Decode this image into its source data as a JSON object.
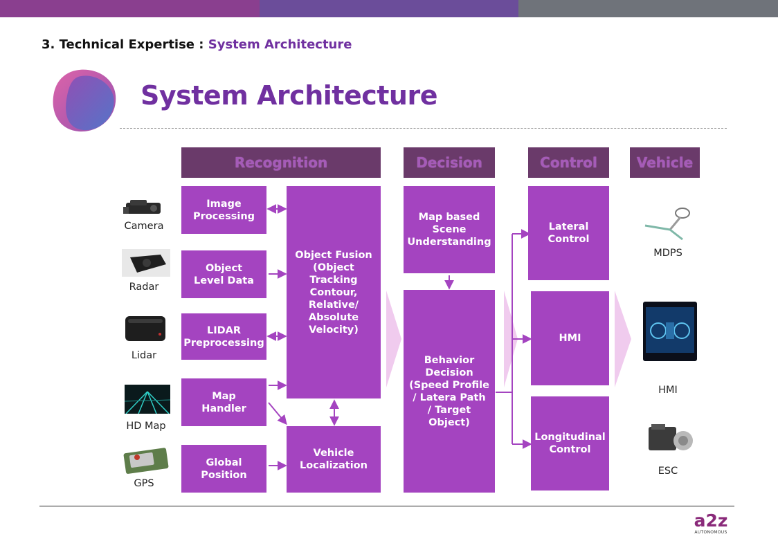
{
  "breadcrumb": {
    "prefix": "3. Technical Expertise : ",
    "current": "System Architecture"
  },
  "page_title": "System Architecture",
  "columns": {
    "recognition": "Recognition",
    "decision": "Decision",
    "control": "Control",
    "vehicle": "Vehicle"
  },
  "sensors": {
    "camera": "Camera",
    "radar": "Radar",
    "lidar": "Lidar",
    "hd_map": "HD Map",
    "gps": "GPS"
  },
  "blocks": {
    "image_processing": "Image\nProcessing",
    "object_level_data": "Object\nLevel Data",
    "lidar_preprocessing": "LIDAR\nPreprocessing",
    "map_handler": "Map\nHandler",
    "global_position": "Global\nPosition",
    "object_fusion": "Object Fusion\n(Object\nTracking\nContour,\nRelative/\nAbsolute\nVelocity)",
    "vehicle_localization": "Vehicle\nLocalization",
    "map_scene": "Map based\nScene\nUnderstanding",
    "behavior_decision": "Behavior\nDecision\n(Speed Profile\n/ Latera Path\n/ Target Object)",
    "lateral_control": "Lateral\nControl",
    "hmi": "HMI",
    "longitudinal_control": "Longitudinal\nControl"
  },
  "outputs": {
    "mdps": "MDPS",
    "hmi": "HMI",
    "esc": "ESC"
  },
  "logo": {
    "mark": "a2z",
    "sub": "AUTONOMOUS"
  },
  "colors": {
    "brand_purple": "#7030a0",
    "block_fill": "#a444c0",
    "header_fill": "#6a3a6a",
    "arrow": "#a444c0",
    "chevron": "#f0cbee"
  }
}
